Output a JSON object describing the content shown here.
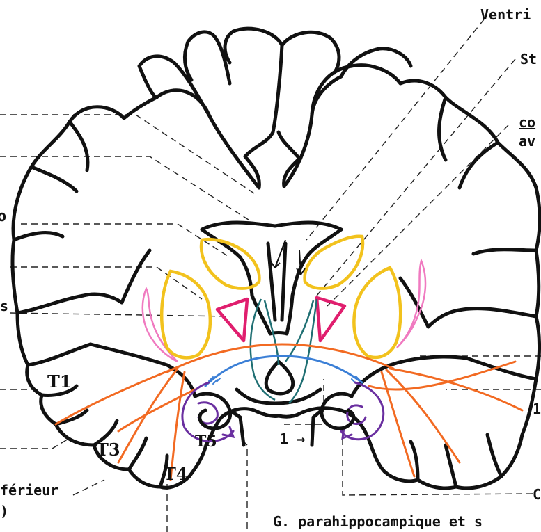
{
  "labels": {
    "ventricle": "Ventri",
    "st": "St",
    "commissure_line1": "co",
    "commissure_line2": "av",
    "left_o": "o",
    "left_s": "s",
    "right_1": "1",
    "right_c": "C",
    "inferieur": "férieur",
    "left_paren": ")",
    "arrow_1": "1 →",
    "bottom": "G. parahippocampique et s"
  },
  "gyri": {
    "t1": "T1",
    "t3": "T3",
    "t4": "T4",
    "t5": "T5"
  },
  "colors": {
    "outline": "#111111",
    "putamen_yellow": "#f2c21d",
    "thalamus_magenta": "#e01e6e",
    "claustrum_pink": "#f07ac0",
    "orange_tract": "#f26a22",
    "blue_tract": "#3b7fd6",
    "purple_tract": "#6a2fa0",
    "teal_fornix": "#1f6f73"
  }
}
